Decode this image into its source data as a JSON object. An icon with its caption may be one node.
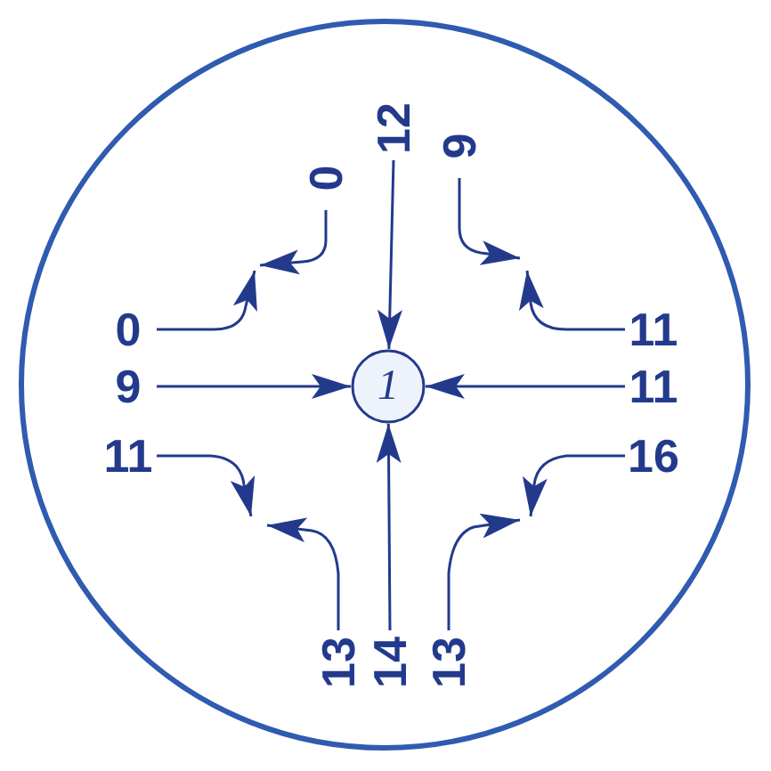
{
  "diagram": {
    "nodes": [
      {
        "text": [],
        "shape": "circle"
      },
      {
        "text": [
          "0"
        ],
        "in": 0
      },
      {
        "text": [
          "12"
        ],
        "in": 0
      },
      {
        "text": [
          "9"
        ],
        "in": 0
      },
      {
        "text": [
          "0"
        ],
        "in": 0
      },
      {
        "text": [
          "9"
        ],
        "in": 0
      },
      {
        "text": [
          "1"
        ],
        "in": 0
      },
      {
        "text": [
          "11"
        ],
        "in": 0
      },
      {
        "text": [
          "11"
        ],
        "in": 0
      },
      {
        "text": [
          "11"
        ],
        "in": 0
      },
      {
        "text": [
          "16"
        ],
        "in": 0
      },
      {
        "text": [
          "13"
        ],
        "in": 0
      },
      {
        "text": [
          "14"
        ],
        "in": 0
      },
      {
        "text": [
          "13"
        ],
        "in": 0
      }
    ],
    "edges": [
      {
        "from": 1,
        "to": null,
        "arrow": "to"
      },
      {
        "from": 2,
        "to": 6,
        "arrow": "to"
      },
      {
        "from": 3,
        "to": null,
        "arrow": "to"
      },
      {
        "from": 4,
        "to": null,
        "arrow": "to"
      },
      {
        "from": 5,
        "to": 6,
        "arrow": "to"
      },
      {
        "from": 7,
        "to": null,
        "arrow": "to"
      },
      {
        "from": 8,
        "to": 6,
        "arrow": "to"
      },
      {
        "from": 9,
        "to": null,
        "arrow": "to"
      },
      {
        "from": 10,
        "to": null,
        "arrow": "to"
      },
      {
        "from": 11,
        "to": null,
        "arrow": "to"
      },
      {
        "from": 12,
        "to": 6,
        "arrow": "to"
      },
      {
        "from": 13,
        "to": null,
        "arrow": "to"
      }
    ]
  }
}
